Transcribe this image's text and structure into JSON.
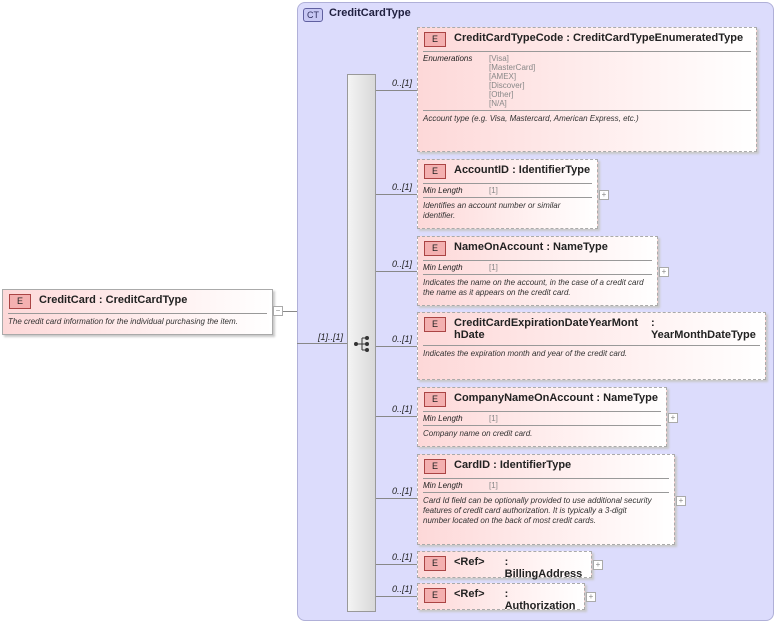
{
  "root": {
    "badge": "E",
    "name": "CreditCard",
    "type": ": CreditCardType",
    "doc": "The credit card information for the individual purchasing the item.",
    "cardinality": "[1]..[1]",
    "collapse": "−"
  },
  "complex_type": {
    "badge": "CT",
    "name": "CreditCardType"
  },
  "elements": [
    {
      "badge": "E",
      "name": "CreditCardTypeCode",
      "type": ": CreditCardTypeEnumeratedType",
      "cardinality": "0..[1]",
      "prop_key": "Enumerations",
      "prop_values": [
        "[Visa]",
        "[MasterCard]",
        "[AMEX]",
        "[Discover]",
        "[Other]",
        "[N/A]"
      ],
      "doc": "Account type (e.g. Visa, Mastercard, American Express, etc.)",
      "expand": ""
    },
    {
      "badge": "E",
      "name": "AccountID",
      "type": ": IdentifierType",
      "cardinality": "0..[1]",
      "prop_key": "Min Length",
      "prop_values": [
        "[1]"
      ],
      "doc": "Identifies an account number or similar identifier.",
      "expand": "+"
    },
    {
      "badge": "E",
      "name": "NameOnAccount",
      "type": ": NameType",
      "cardinality": "0..[1]",
      "prop_key": "Min Length",
      "prop_values": [
        "[1]"
      ],
      "doc": "Indicates the name on the account, in the case of a credit card the name as it appears on the credit card.",
      "expand": "+"
    },
    {
      "badge": "E",
      "name": "CreditCardExpirationDateYearMont hDate",
      "type": ": YearMonthDateType",
      "cardinality": "0..[1]",
      "prop_key": "",
      "prop_values": [],
      "doc": "Indicates the expiration month and year of the credit card.",
      "expand": ""
    },
    {
      "badge": "E",
      "name": "CompanyNameOnAccount",
      "type": ": NameType",
      "cardinality": "0..[1]",
      "prop_key": "Min Length",
      "prop_values": [
        "[1]"
      ],
      "doc": "Company name on credit card.",
      "expand": "+"
    },
    {
      "badge": "E",
      "name": "CardID",
      "type": ": IdentifierType",
      "cardinality": "0..[1]",
      "prop_key": "Min Length",
      "prop_values": [
        "[1]"
      ],
      "doc": "Card Id field can be optionally provided to use additional security features of credit card authorization. It is typically a 3-digit number located on the back of most credit cards.",
      "expand": "+"
    },
    {
      "badge": "E",
      "name": "<Ref>",
      "type": ": BillingAddress",
      "cardinality": "0..[1]",
      "prop_key": "",
      "prop_values": [],
      "doc": "",
      "expand": "+"
    },
    {
      "badge": "E",
      "name": "<Ref>",
      "type": ": Authorization",
      "cardinality": "0..[1]",
      "prop_key": "",
      "prop_values": [],
      "doc": "",
      "expand": "+"
    }
  ]
}
